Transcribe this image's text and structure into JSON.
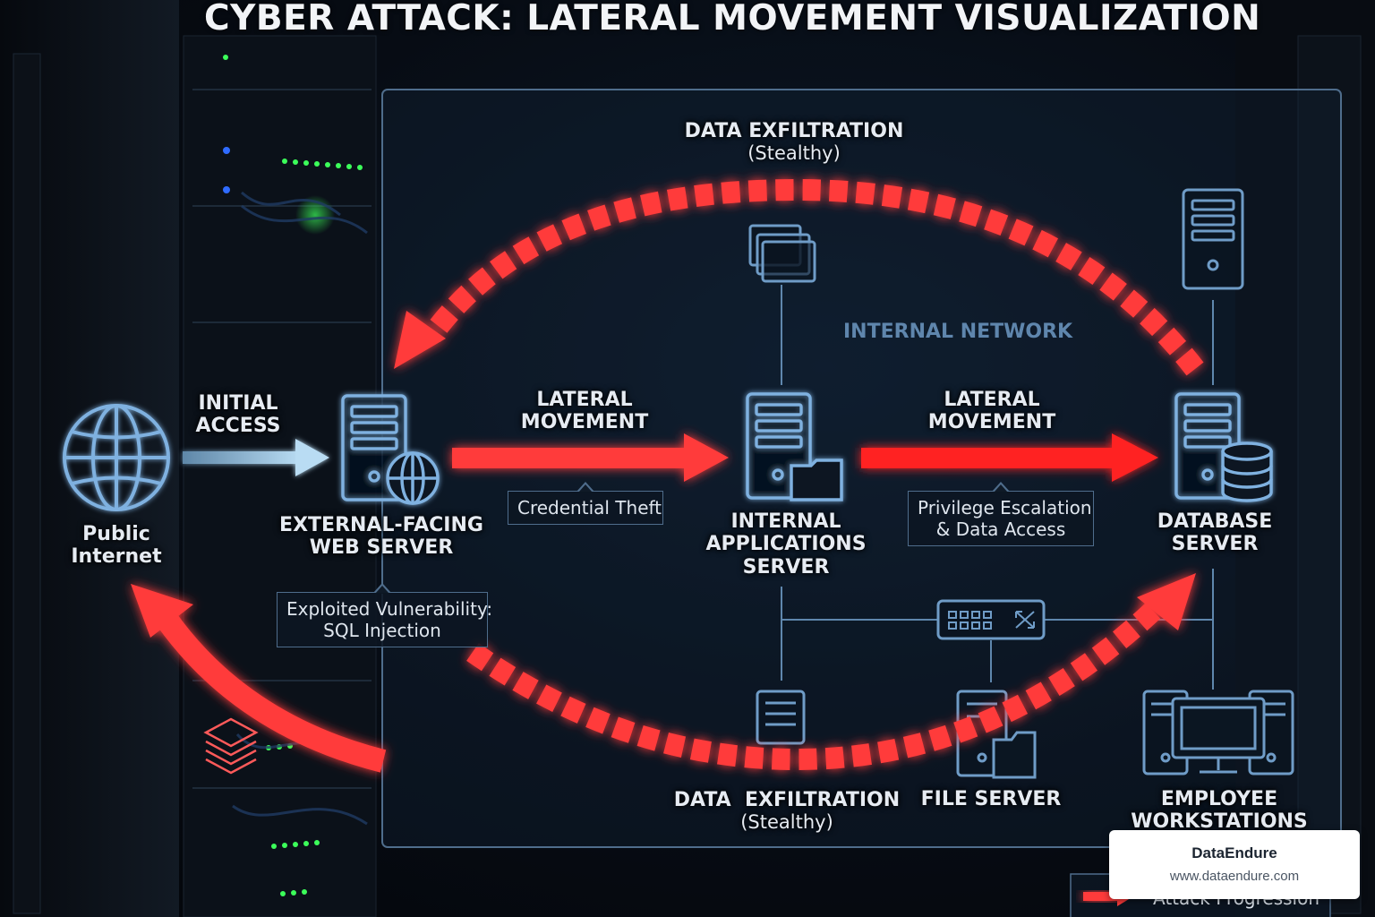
{
  "title": "CYBER ATTACK: LATERAL MOVEMENT VISUALIZATION",
  "network_label": "INTERNAL NETWORK",
  "nodes": {
    "internet": {
      "line1": "Public",
      "line2": "Internet"
    },
    "web_server": {
      "line1": "EXTERNAL-FACING",
      "line2": "WEB SERVER"
    },
    "app_server": {
      "line1": "INTERNAL",
      "line2": "APPLICATIONS",
      "line3": "SERVER"
    },
    "db_server": {
      "line1": "DATABASE",
      "line2": "SERVER"
    },
    "file_server": {
      "line1": "FILE SERVER"
    },
    "workstations": {
      "line1": "EMPLOYEE",
      "line2": "WORKSTATIONS"
    }
  },
  "arrows": {
    "initial_access": {
      "line1": "INITIAL",
      "line2": "ACCESS"
    },
    "lateral_1": {
      "line1": "LATERAL",
      "line2": "MOVEMENT"
    },
    "lateral_2": {
      "line1": "LATERAL",
      "line2": "MOVEMENT"
    },
    "exfil_top": {
      "line1": "DATA EXFILTRATION",
      "line2": "(Stealthy)"
    },
    "exfil_bottom": {
      "line1": "DATA  EXFILTRATION",
      "line2": "(Stealthy)"
    }
  },
  "callouts": {
    "exploit": {
      "line1": "Exploited Vulnerability:",
      "line2": "SQL Injection"
    },
    "credential": {
      "line1": "Credential Theft"
    },
    "privilege": {
      "line1": "Privilege Escalation",
      "line2": "& Data Access"
    }
  },
  "legend": {
    "label": "Attack Progression"
  },
  "brand": {
    "name": "DataEndure",
    "url": "www.dataendure.com"
  },
  "colors": {
    "attack_red": "#ff3b3b",
    "node_outline": "#7fb1e0",
    "initial_access_blue": "#9cc6e6",
    "network_border": "#4f6d8c"
  }
}
